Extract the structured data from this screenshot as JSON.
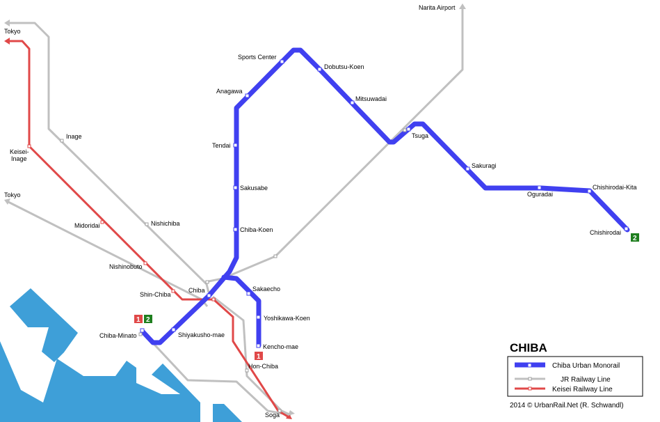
{
  "map": {
    "title": "CHIBA",
    "credit": "2014 © UrbanRail.Net (R. Schwandl)",
    "colors": {
      "monorail": "#4040f0",
      "jr": "#c0c0c0",
      "keisei": "#e04848",
      "water": "#3e9fd8",
      "badge_red": "#e04848",
      "badge_green": "#1f7f1f"
    },
    "legend": {
      "monorail": "Chiba Urban Monorail",
      "jr": "JR Railway Line",
      "keisei": "Keisei Railway Line"
    },
    "destinations": {
      "tokyo_top": "Tokyo",
      "tokyo_mid": "Tokyo",
      "narita": "Narita Airport"
    },
    "monorail_stations": {
      "sports_center": "Sports Center",
      "dobutsu_koen": "Dobutsu-Koen",
      "anagawa": "Anagawa",
      "mitsuwadai": "Mitsuwadai",
      "tendai": "Tendai",
      "tsuga": "Tsuga",
      "sakuragi": "Sakuragi",
      "sakusabe": "Sakusabe",
      "chishirodai_kita": "Chishirodai-Kita",
      "oguradai": "Oguradai",
      "chiba_koen": "Chiba-Koen",
      "chishirodai": "Chishirodai",
      "sakaecho": "Sakaecho",
      "yoshikawa_koen": "Yoshikawa-Koen",
      "kencho_mae": "Kencho-mae",
      "shiyakusho_mae": "Shiyakusho-mae",
      "chiba_minato": "Chiba-Minato",
      "chiba": "Chiba"
    },
    "jr_stations": {
      "inage": "Inage",
      "nishichiba": "Nishichiba",
      "soga": "Soga"
    },
    "keisei_stations": {
      "keisei_inage": "Keisei-\nInage",
      "keisei_inage_1": "Keisei-",
      "keisei_inage_2": "Inage",
      "midoridai": "Midoridai",
      "nishinobuto": "Nishinobuto",
      "shin_chiba": "Shin-Chiba",
      "hon_chiba": "Hon-Chiba"
    },
    "badges": {
      "line_1": "1",
      "line_2": "2"
    }
  }
}
